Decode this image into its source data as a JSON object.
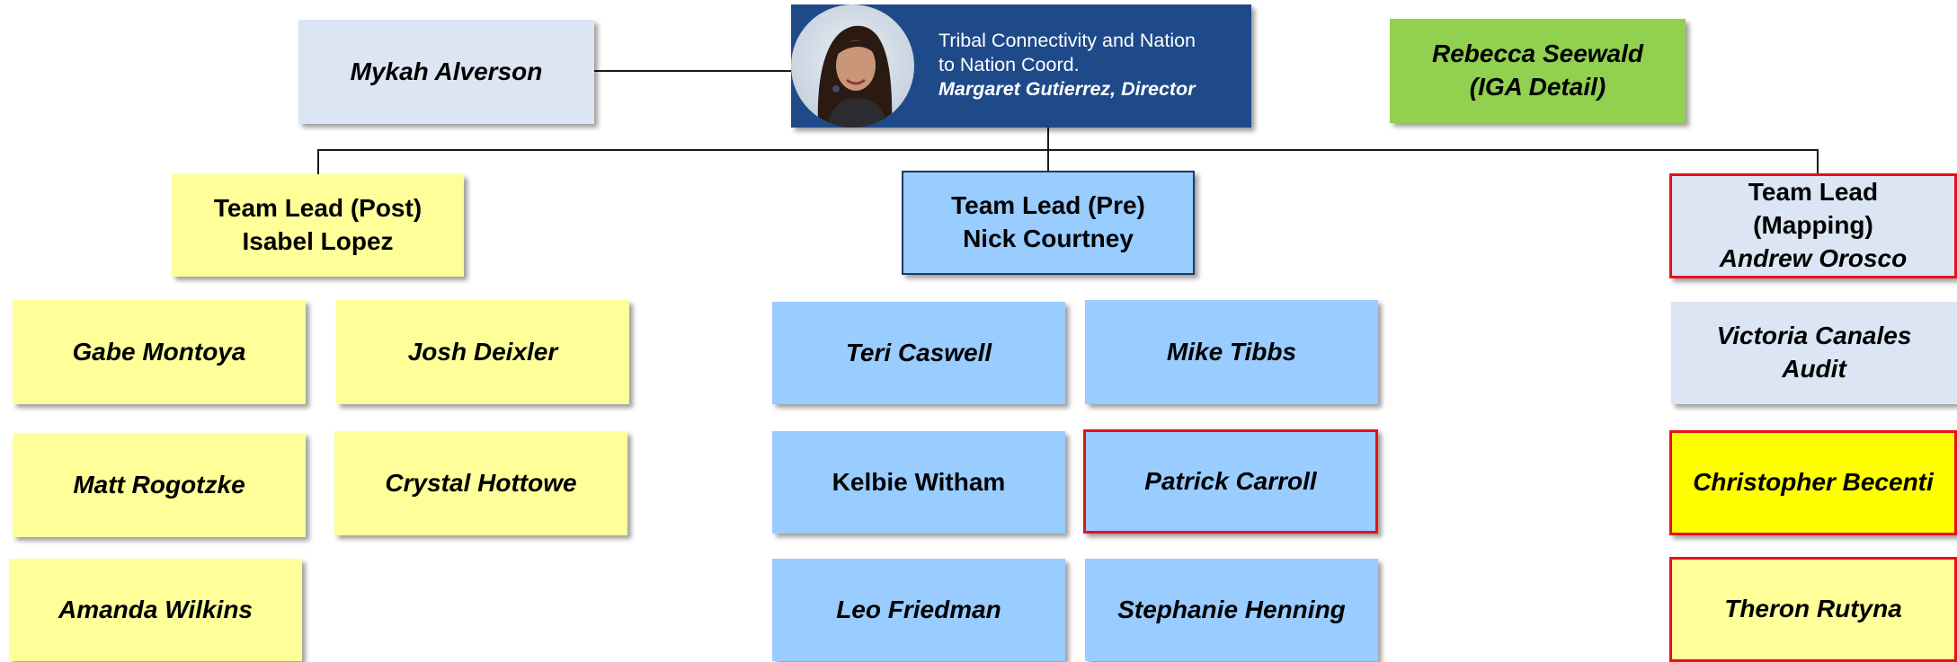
{
  "director": {
    "title_line1": "Tribal Connectivity and Nation",
    "title_line2": "to Nation Coord.",
    "name": "Margaret Gutierrez, Director"
  },
  "assistant": {
    "name": "Mykah Alverson"
  },
  "detail": {
    "line1": "Rebecca Seewald",
    "line2": "(IGA Detail)"
  },
  "teams": {
    "post": {
      "lead_title": "Team Lead (Post)",
      "lead_name": "Isabel Lopez",
      "members": [
        "Gabe Montoya",
        "Josh Deixler",
        "Matt Rogotzke",
        "Crystal Hottowe",
        "Amanda Wilkins"
      ]
    },
    "pre": {
      "lead_title": "Team Lead (Pre)",
      "lead_name": "Nick Courtney",
      "members": [
        "Teri Caswell",
        "Mike Tibbs",
        "Kelbie Witham",
        "Patrick Carroll",
        "Leo Friedman",
        "Stephanie Henning"
      ]
    },
    "mapping": {
      "lead_line1": "Team Lead",
      "lead_line2": "(Mapping)",
      "lead_name": "Andrew Orosco",
      "members": [
        {
          "name": "Victoria Canales",
          "role": "Audit"
        },
        {
          "name": "Christopher Becenti"
        },
        {
          "name": "Theron Rutyna"
        }
      ]
    }
  },
  "colors": {
    "director_bg": "#1e4a8a",
    "post_team": "#ffff99",
    "pre_team": "#99ccff",
    "light_blue": "#dbe5f4",
    "detail_green": "#92d050",
    "highlight_yellow": "#ffff00",
    "outline_red": "#e8101a"
  },
  "icons": {
    "director_photo": "person-portrait-icon"
  }
}
